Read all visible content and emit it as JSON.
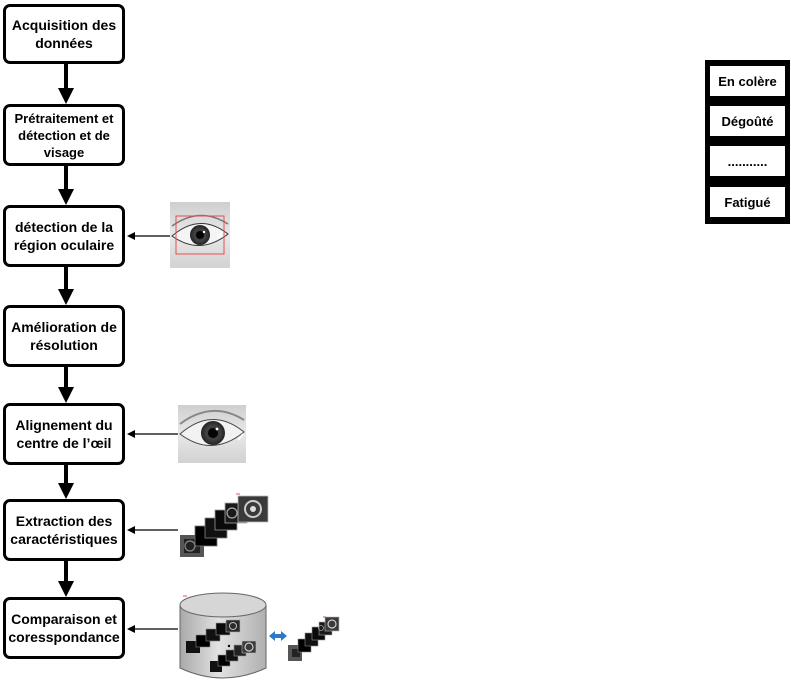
{
  "steps": [
    {
      "label": "Acquisition des données"
    },
    {
      "label": "Prétraitement et détection et de visage"
    },
    {
      "label": "détection de la région oculaire"
    },
    {
      "label": "Amélioration de résolution"
    },
    {
      "label": "Alignement du centre de l’œil"
    },
    {
      "label": "Extraction des caractéristiques"
    },
    {
      "label": "Comparaison et coresspondance"
    }
  ],
  "legend": [
    {
      "label": "En colère"
    },
    {
      "label": "Dégoûté"
    },
    {
      "label": "..........."
    },
    {
      "label": "Fatigué"
    }
  ],
  "colors": {
    "box_border": "#000000",
    "arrow": "#000000",
    "double_arrow": "#2a7ac9",
    "roi_box": "#e05050"
  },
  "icons": {
    "eye_roi": "eye-photo-with-roi-box",
    "eye_aligned": "eye-photo-aligned",
    "features": "feature-patches-stack",
    "database": "database-cylinder",
    "match": "double-arrow-icon"
  }
}
